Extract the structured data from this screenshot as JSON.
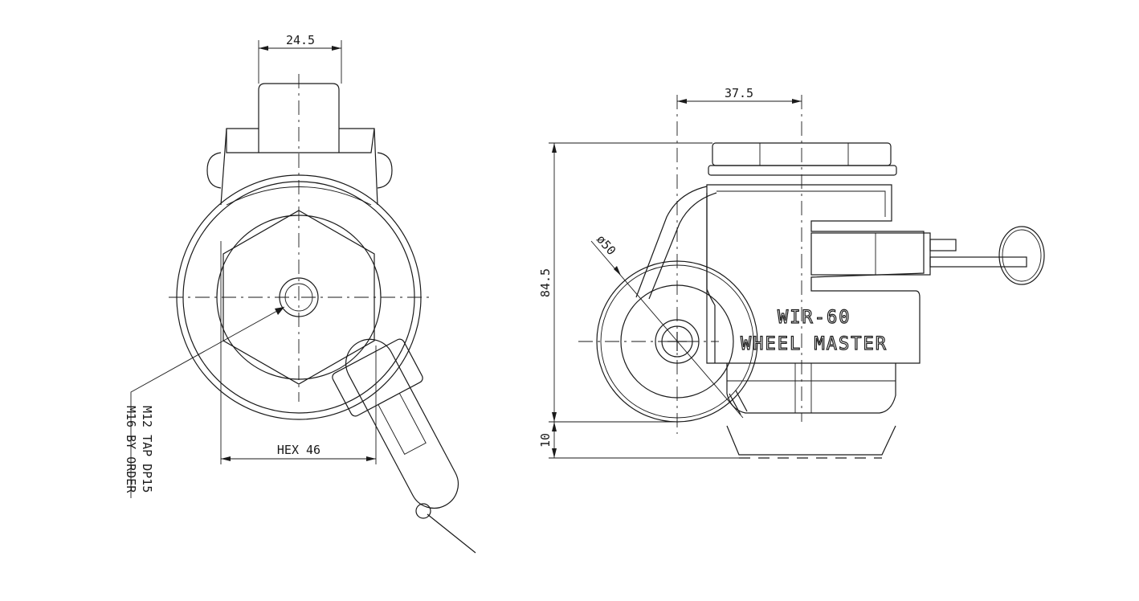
{
  "front_view": {
    "dim_width": "24.5",
    "dim_hex": "HEX 46",
    "note_line1": "M12 TAP DP15",
    "note_line2": "M16 BY ORDER"
  },
  "side_view": {
    "dim_offset": "37.5",
    "dim_height": "84.5",
    "dim_diameter": "ø50",
    "dim_lift": "10",
    "model": "WIR-60",
    "brand": "WHEEL MASTER"
  }
}
